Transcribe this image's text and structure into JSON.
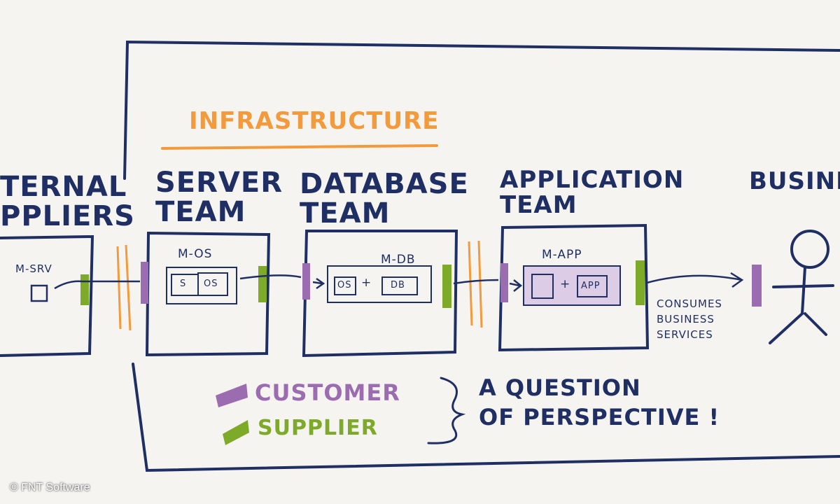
{
  "title": "INFRASTRUCTURE",
  "columns": {
    "external": "TERNAL\nPPLIERS",
    "server": "SERVER\nTEAM",
    "database": "DATABASE\nTEAM",
    "application": "APPLICATION\nTEAM",
    "business": "BUSINE"
  },
  "boxes": {
    "external": {
      "label": "M-SRV"
    },
    "server": {
      "label": "M-OS",
      "part_a": "S",
      "part_b": "OS"
    },
    "database": {
      "label": "M-DB",
      "part_a": "OS",
      "plus": "+",
      "part_b": "DB"
    },
    "application": {
      "label": "M-APP",
      "plus": "+",
      "part_b": "APP"
    }
  },
  "business_note": "CONSUMES\nBUSINESS\nSERVICES",
  "legend": {
    "customer": "CUSTOMER",
    "supplier": "SUPPLIER",
    "note": "A QUESTION\nOF PERSPECTIVE !",
    "customer_color": "#9b6db0",
    "supplier_color": "#7eaa2a"
  },
  "colors": {
    "ink": "#1f2f63",
    "accent": "#f39a3c",
    "app_fill": "#dccce6"
  },
  "copyright": "© FNT Software"
}
